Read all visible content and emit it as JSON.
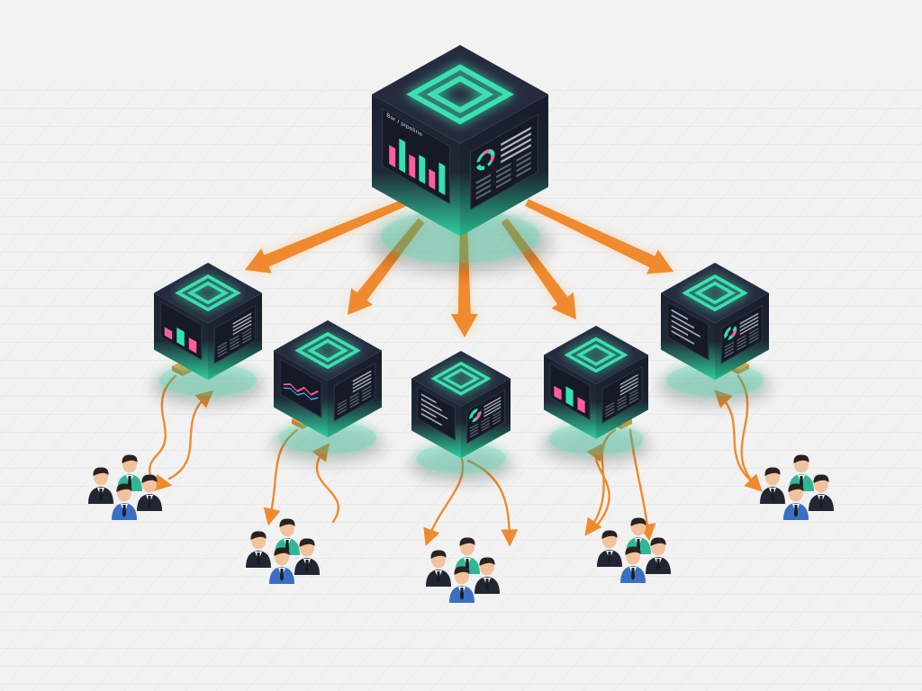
{
  "diagram": {
    "hub": {
      "screen_caption": "Bar / pipeline"
    },
    "nodes": [
      {
        "id": "node-1"
      },
      {
        "id": "node-2"
      },
      {
        "id": "node-3"
      },
      {
        "id": "node-4"
      },
      {
        "id": "node-5"
      }
    ],
    "user_groups": [
      {
        "id": "group-1",
        "members": 4
      },
      {
        "id": "group-2",
        "members": 4
      },
      {
        "id": "group-3",
        "members": 4
      },
      {
        "id": "group-4",
        "members": 4
      },
      {
        "id": "group-5",
        "members": 4
      }
    ],
    "colors": {
      "background": "#f2f2f2",
      "grid": "#dcdcdc",
      "cube_dark": "#1d2132",
      "cube_top": "#262a3e",
      "cube_glow": "#2fd1a0",
      "accent_green": "#3de0b0",
      "arrow_orange": "#f08a2e",
      "connector_orange": "#f4a43c",
      "bar_pink": "#ff5e9a",
      "bar_teal": "#35e0b5",
      "person_suit_dark": "#222632",
      "person_suit_blue": "#3b6fc4",
      "person_suit_teal": "#2fb894",
      "skin": "#f2c29e",
      "hair": "#2a2220"
    }
  }
}
